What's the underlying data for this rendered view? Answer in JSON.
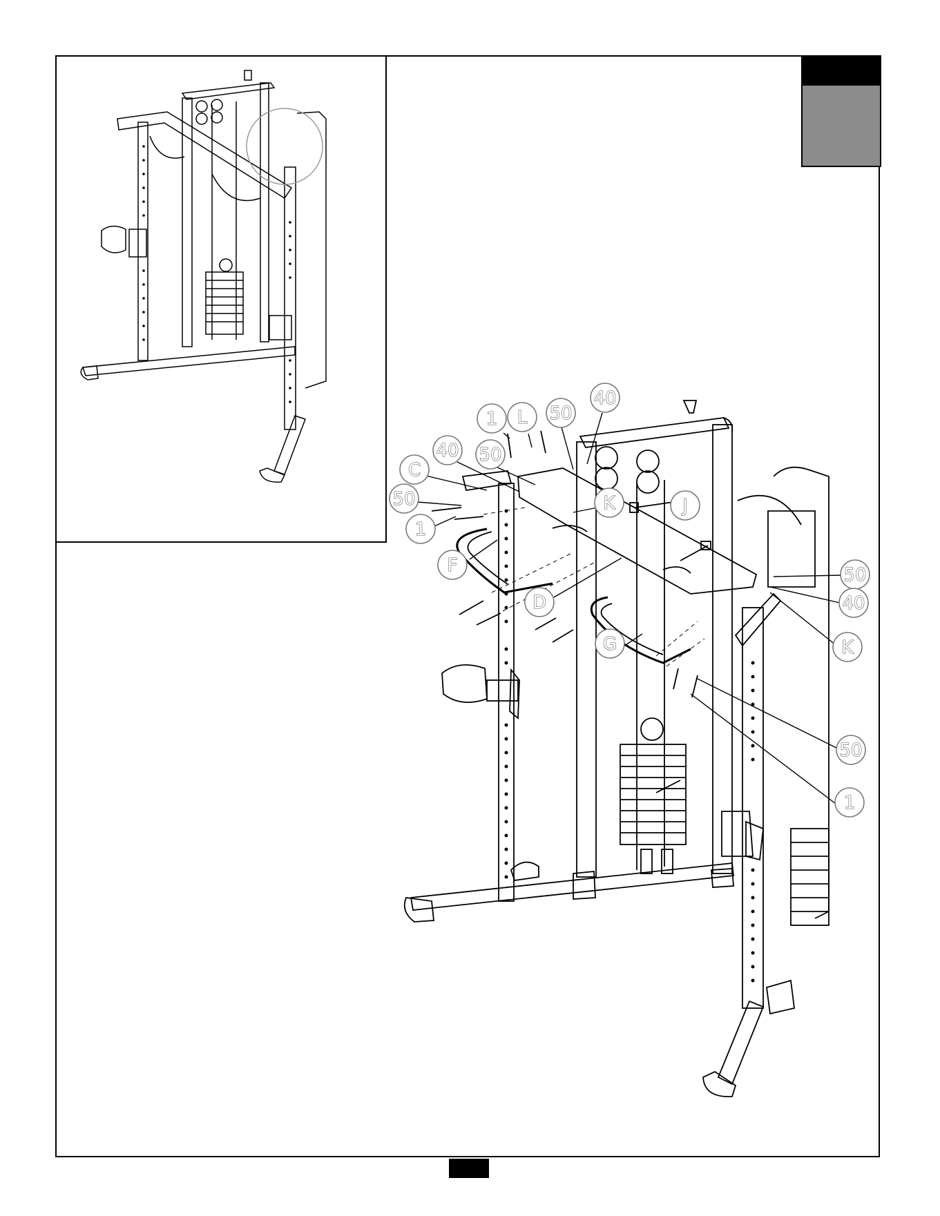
{
  "callouts": [
    {
      "label": "1"
    },
    {
      "label": "L"
    },
    {
      "label": "50"
    },
    {
      "label": "40"
    },
    {
      "label": "40"
    },
    {
      "label": "50"
    },
    {
      "label": "C"
    },
    {
      "label": "50"
    },
    {
      "label": "1"
    },
    {
      "label": "K"
    },
    {
      "label": "J"
    },
    {
      "label": "F"
    },
    {
      "label": "D"
    },
    {
      "label": "G"
    },
    {
      "label": "50"
    },
    {
      "label": "40"
    },
    {
      "label": "K"
    },
    {
      "label": "50"
    },
    {
      "label": "1"
    }
  ],
  "colors": {
    "border": "#000000",
    "tab_black": "#000000",
    "tab_gray": "#8c8c8c"
  }
}
